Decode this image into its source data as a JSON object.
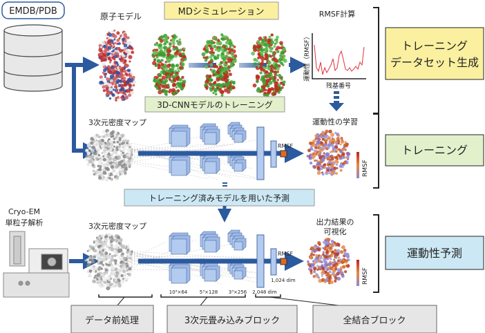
{
  "source_label": "EMDB/PDB",
  "atomic_model_label": "原子モデル",
  "md_simulation_label": "MDシミュレーション",
  "rmsf_calc_label": "RMSF計算",
  "rmsf_plot": {
    "ylabel": "運動性（RMSF）",
    "xlabel": "残基番号"
  },
  "stage1_label_line1": "トレーニング",
  "stage1_label_line2": "データセット生成",
  "cnn_training_label": "3D-CNNモデルのトレーニング",
  "density_map_label": "3次元密度マップ",
  "learning_label": "運動性の学習",
  "stage2_label": "トレーニング",
  "prediction_with_model_label": "トレーニング済みモデルを用いた予測",
  "cryoem_label_line1": "Cryo-EM",
  "cryoem_label_line2": "単粒子解析",
  "density_map_label_2": "3次元密度マップ",
  "output_label_line1": "出力結果の",
  "output_label_line2": "可視化",
  "stage3_label": "運動性予測",
  "network": {
    "output_label": "RMSF",
    "colorbar_label": "RMSF",
    "conv_dims": [
      "10³×64",
      "5³×128",
      "3³×256"
    ],
    "fc1_dim": "2,048 dim",
    "fc2_dim": "1,024 dim"
  },
  "bottom_blocks": [
    "データ前処理",
    "3次元畳み込みブロック",
    "全結合ブロック"
  ],
  "colors": {
    "arrow": "#2b5a9e",
    "yellow": "#faf0a0",
    "green": "#e3f0cc",
    "blue": "#cce8f4",
    "gray": "#e6e6e6"
  }
}
